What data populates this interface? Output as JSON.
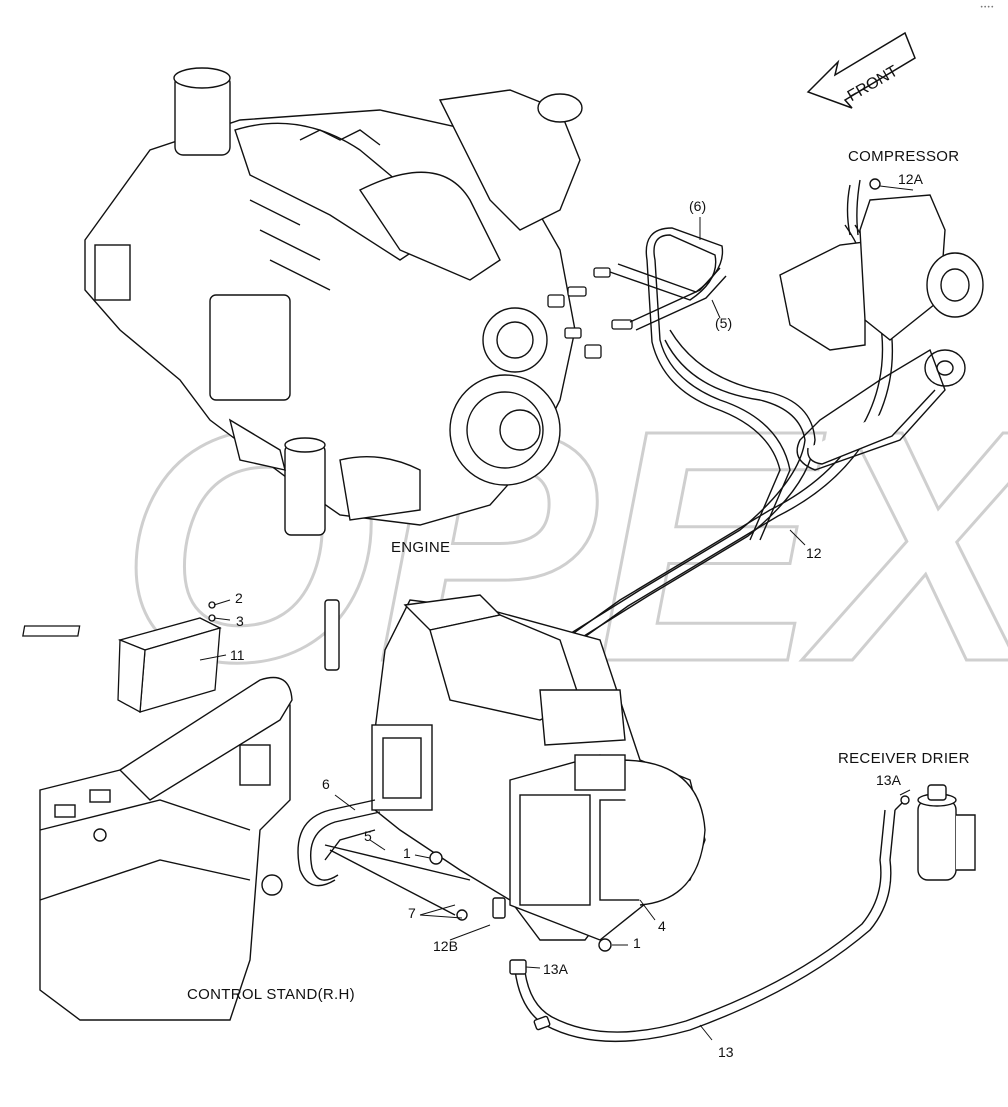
{
  "diagram": {
    "corner_mark": "••••",
    "watermark": "OPEX",
    "front_arrow": "FRONT",
    "components": {
      "engine": "ENGINE",
      "compressor": "COMPRESSOR",
      "receiver_drier": "RECEIVER DRIER",
      "control_stand": "CONTROL STAND(R.H)"
    },
    "callouts": {
      "c6_top": "(6)",
      "c5_top": "(5)",
      "c12a_top": "12A",
      "c12": "12",
      "c2": "2",
      "c3": "3",
      "c11": "11",
      "c6": "6",
      "c5": "5",
      "c1_left": "1",
      "c7": "7",
      "c12b": "12B",
      "c13a_bottom": "13A",
      "c1_right": "1",
      "c4": "4",
      "c13a_right": "13A",
      "c13": "13"
    }
  }
}
